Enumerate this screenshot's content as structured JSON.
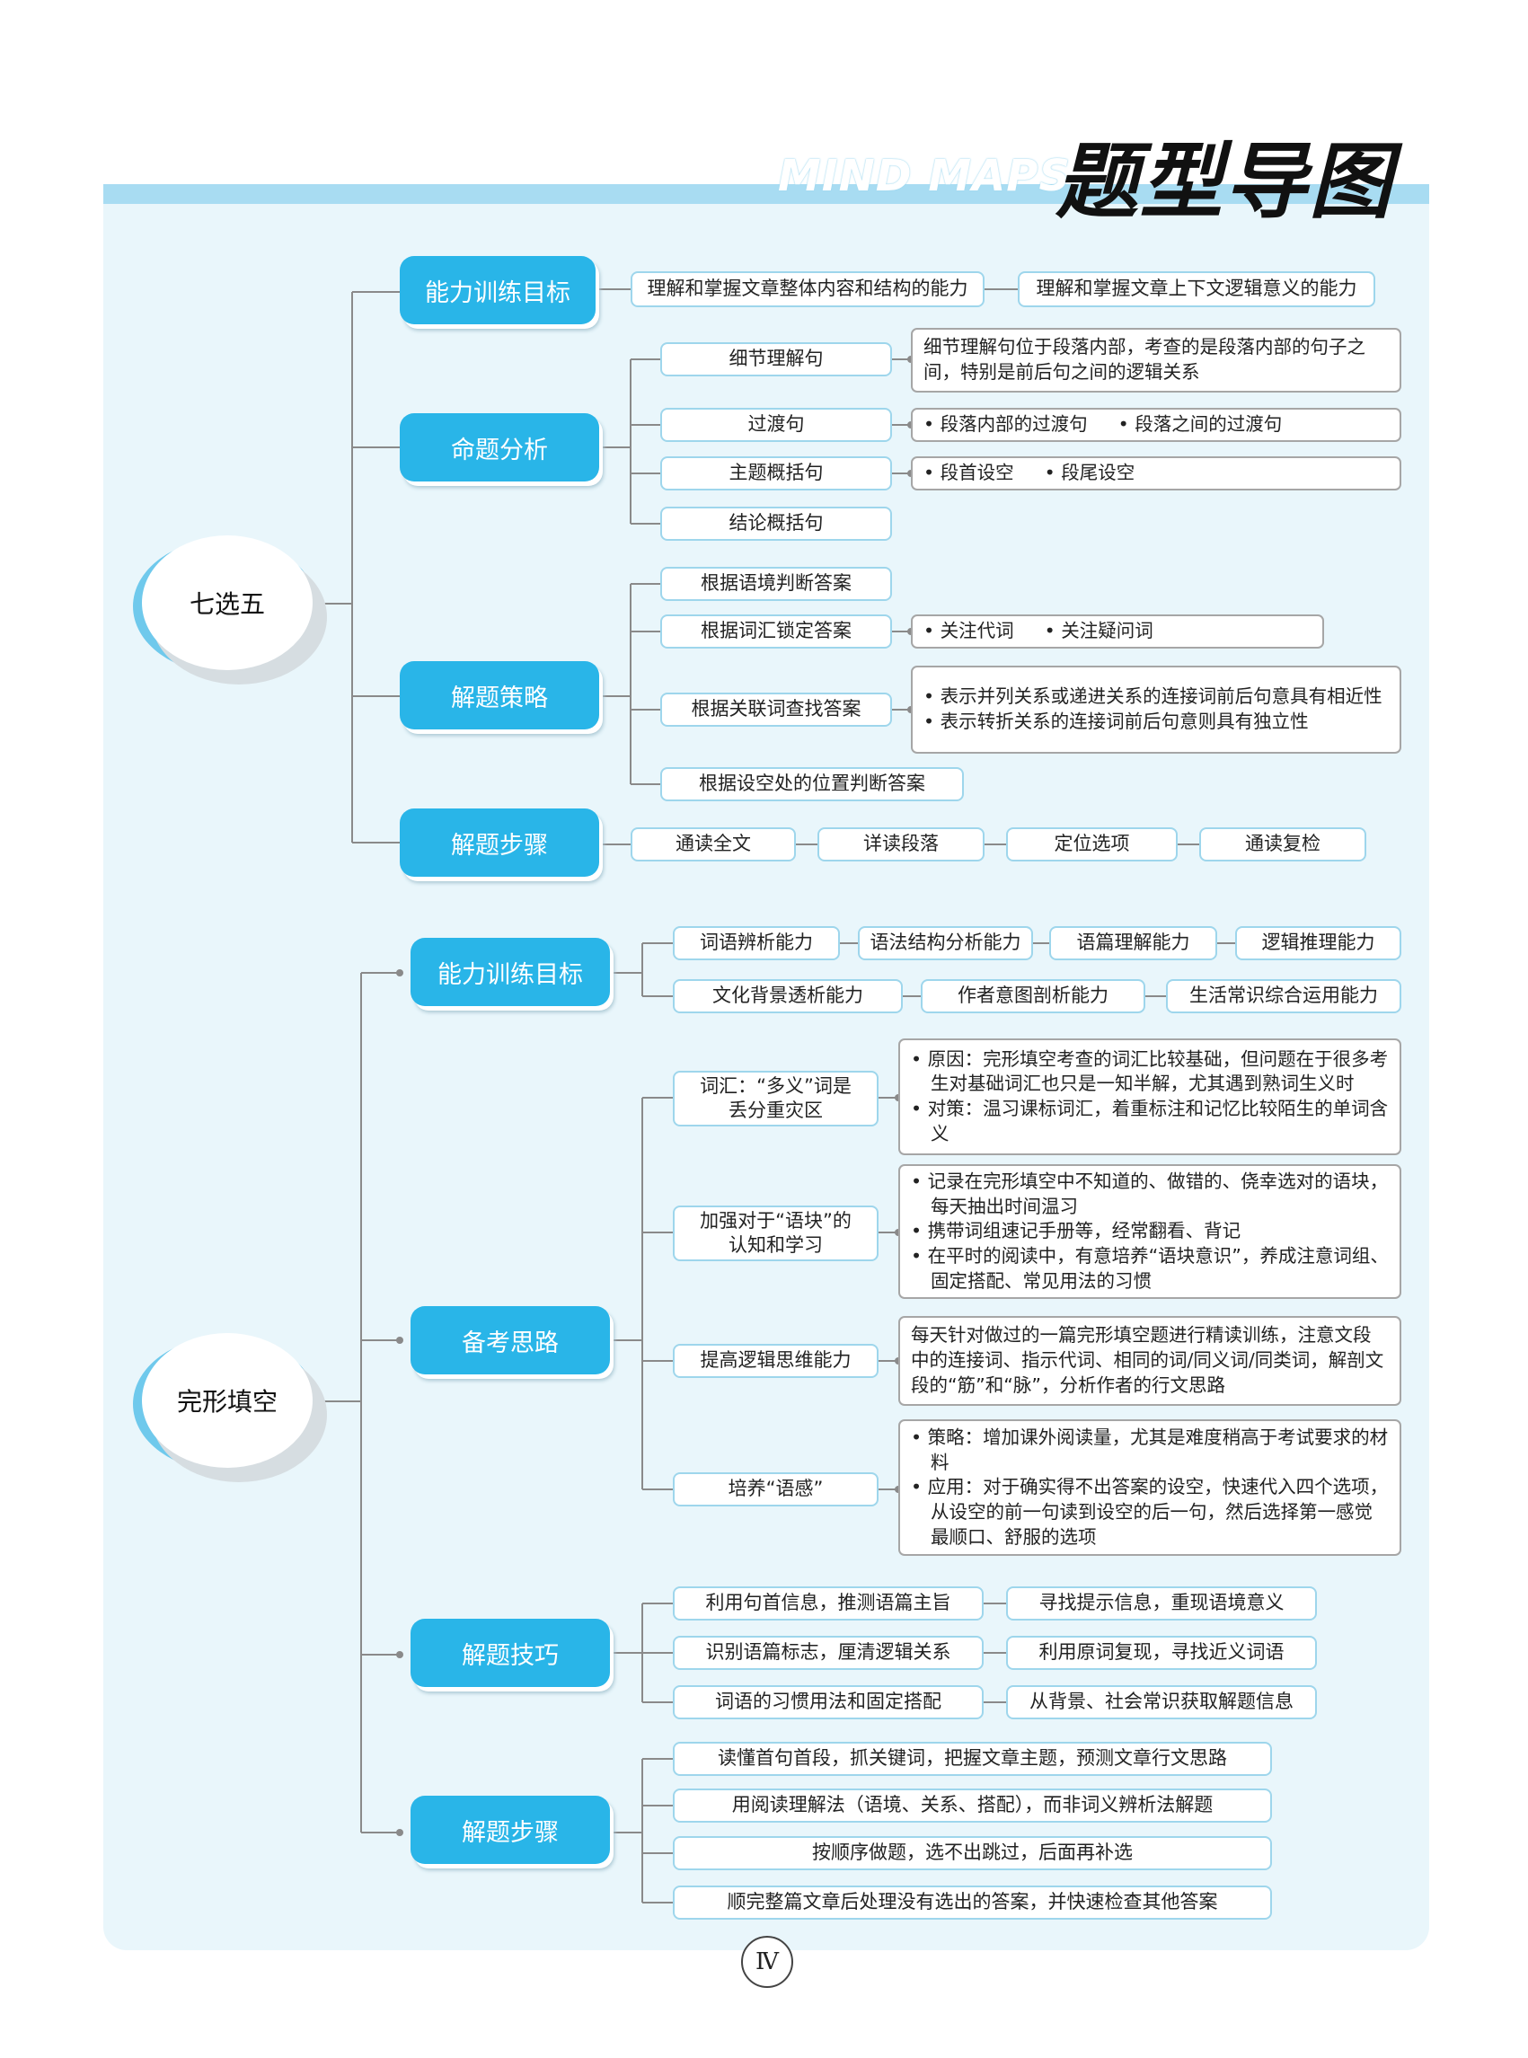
{
  "header": {
    "mind_maps": "MIND MAPS",
    "title": "题型导图"
  },
  "page_number": "Ⅳ",
  "section1": {
    "root": "七选五",
    "ability": {
      "label": "能力训练目标",
      "items": [
        "理解和掌握文章整体内容和结构的能力",
        "理解和掌握文章上下文逻辑意义的能力"
      ]
    },
    "analysis": {
      "label": "命题分析",
      "items": [
        "细节理解句",
        "过渡句",
        "主题概括句",
        "结论概括句"
      ],
      "detail1": "细节理解句位于段落内部，考查的是段落内部的句子之间，特别是前后句之间的逻辑关系",
      "detail2": [
        "段落内部的过渡句",
        "段落之间的过渡句"
      ],
      "detail3": [
        "段首设空",
        "段尾设空"
      ]
    },
    "strategy": {
      "label": "解题策略",
      "items": [
        "根据语境判断答案",
        "根据词汇锁定答案",
        "根据关联词查找答案",
        "根据设空处的位置判断答案"
      ],
      "detail2": [
        "关注代词",
        "关注疑问词"
      ],
      "detail3": [
        "表示并列关系或递进关系的连接词前后句意具有相近性",
        "表示转折关系的连接词前后句意则具有独立性"
      ]
    },
    "steps": {
      "label": "解题步骤",
      "items": [
        "通读全文",
        "详读段落",
        "定位选项",
        "通读复检"
      ]
    }
  },
  "section2": {
    "root": "完形填空",
    "ability": {
      "label": "能力训练目标",
      "items": [
        "词语辨析能力",
        "语法结构分析能力",
        "语篇理解能力",
        "逻辑推理能力",
        "文化背景透析能力",
        "作者意图剖析能力",
        "生活常识综合运用能力"
      ]
    },
    "prep": {
      "label": "备考思路",
      "items": [
        {
          "label": "词汇：“多义”词是丢分重灾区",
          "bullets": [
            "原因：完形填空考查的词汇比较基础，但问题在于很多考生对基础词汇也只是一知半解，尤其遇到熟词生义时",
            "对策：温习课标词汇，着重标注和记忆比较陌生的单词含义"
          ]
        },
        {
          "label": "加强对于“语块”的认知和学习",
          "bullets": [
            "记录在完形填空中不知道的、做错的、侥幸选对的语块，每天抽出时间温习",
            "携带词组速记手册等，经常翻看、背记",
            "在平时的阅读中，有意培养“语块意识”，养成注意词组、固定搭配、常见用法的习惯"
          ]
        },
        {
          "label": "提高逻辑思维能力",
          "text": "每天针对做过的一篇完形填空题进行精读训练，注意文段中的连接词、指示代词、相同的词/同义词/同类词，解剖文段的“筋”和“脉”，分析作者的行文思路"
        },
        {
          "label": "培养“语感”",
          "bullets": [
            "策略：增加课外阅读量，尤其是难度稍高于考试要求的材料",
            "应用：对于确实得不出答案的设空，快速代入四个选项，从设空的前一句读到设空的后一句，然后选择第一感觉最顺口、舒服的选项"
          ]
        }
      ]
    },
    "skills": {
      "label": "解题技巧",
      "pairs": [
        [
          "利用句首信息，推测语篇主旨",
          "寻找提示信息，重现语境意义"
        ],
        [
          "识别语篇标志，厘清逻辑关系",
          "利用原词复现，寻找近义词语"
        ],
        [
          "词语的习惯用法和固定搭配",
          "从背景、社会常识获取解题信息"
        ]
      ]
    },
    "steps": {
      "label": "解题步骤",
      "items": [
        "读懂首句首段，抓关键词，把握文章主题，预测文章行文思路",
        "用阅读理解法（语境、关系、搭配），而非词义辨析法解题",
        "按顺序做题，选不出跳过，后面再补选",
        "顺完整篇文章后处理没有选出的答案，并快速检查其他答案"
      ]
    }
  },
  "colors": {
    "accent": "#29b5e8",
    "panel": "#e9f6fb",
    "line": "#8a8a8a"
  }
}
